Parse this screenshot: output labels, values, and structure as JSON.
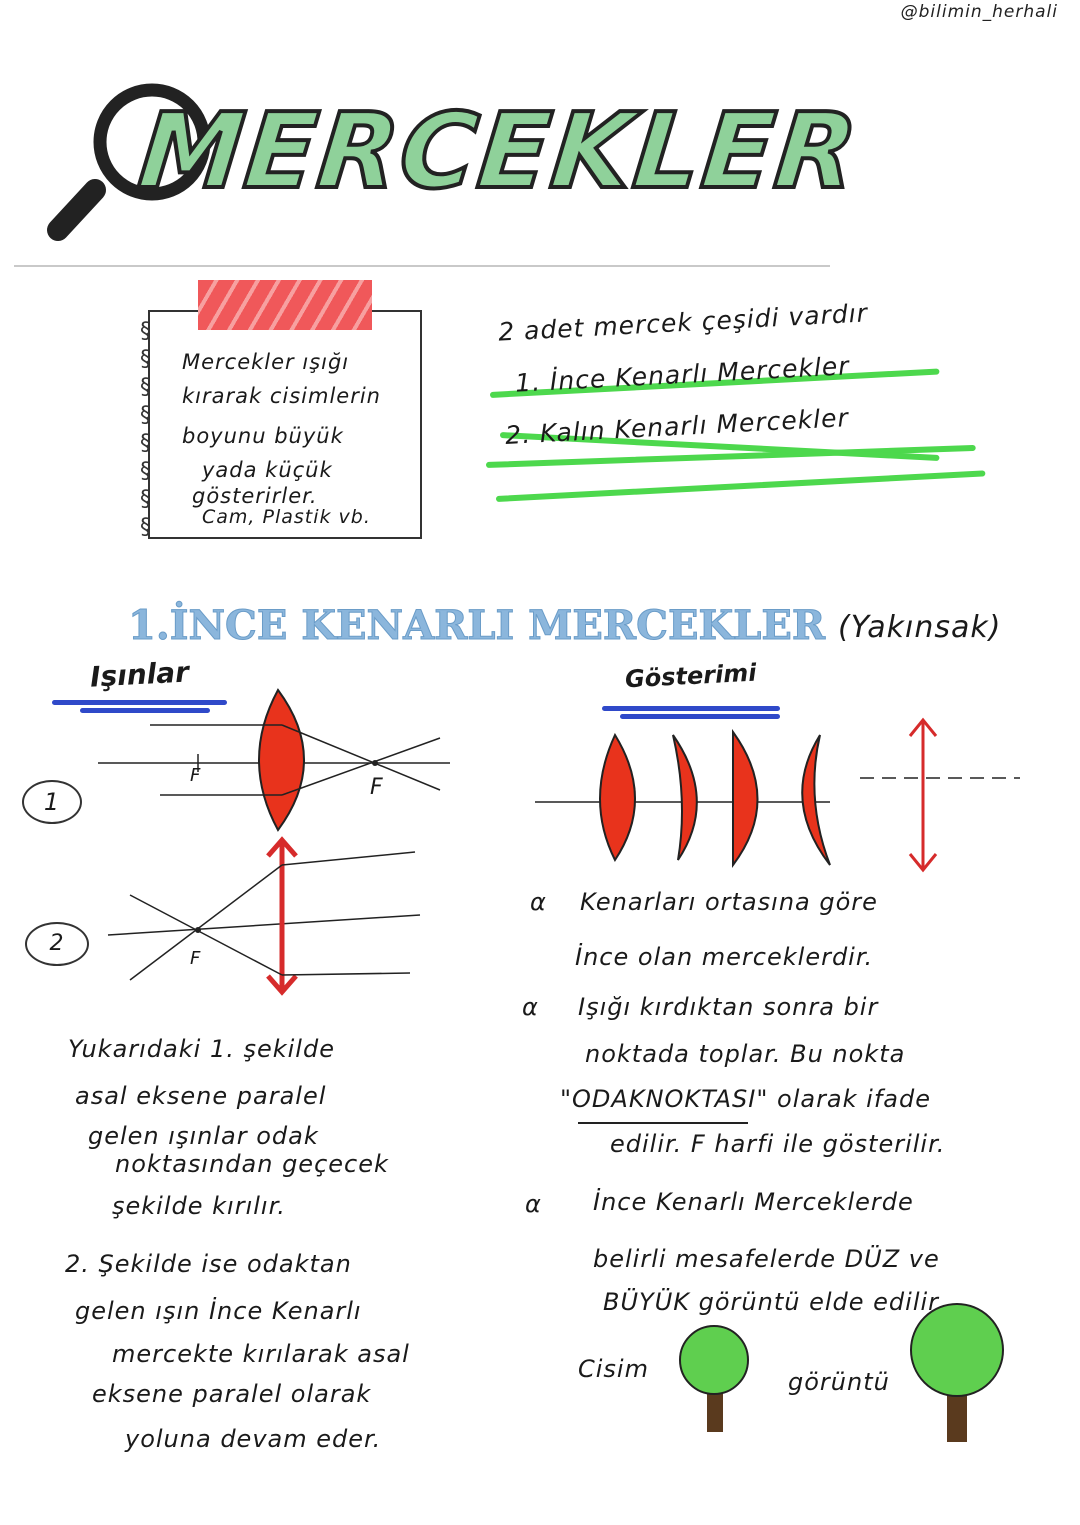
{
  "watermark": "@bilimin_herhali",
  "title": "MERCEKLER",
  "icons": {
    "title": "magnifier-icon",
    "tree": "tree-icon",
    "bullet": "alpha-bullet"
  },
  "colors": {
    "title_fill": "#8fd19a",
    "highlight": "#4dd84d",
    "lens": "#e8331c",
    "underline": "#2f49c9",
    "section": "#8bb6dc",
    "tape": "#f0585a",
    "tree": "#5fcf4f"
  },
  "note": {
    "lines": [
      "Mercekler ışığı",
      "kırarak cisimlerin",
      "boyunu büyük",
      "yada küçük",
      "gösterirler.",
      "Cam, Plastik vb."
    ]
  },
  "types": {
    "intro": "2 adet mercek çeşidi vardır",
    "items": [
      "1. İnce Kenarlı Mercekler",
      "2. Kalın Kenarlı Mercekler"
    ]
  },
  "section": {
    "title": "1.İNCE KENARLI MERCEKLER",
    "subtitle": "(Yakınsak)"
  },
  "rays": {
    "heading": "Işınlar",
    "fig1": "1",
    "fig2": "2",
    "focus": "F"
  },
  "display": {
    "heading": "Gösterimi"
  },
  "left_text": {
    "p1": [
      "Yukarıdaki 1. şekilde",
      "asal eksene paralel",
      "gelen ışınlar odak",
      "noktasından geçecek",
      "şekilde kırılır."
    ],
    "p2": [
      "2. Şekilde ise odaktan",
      "gelen ışın İnce Kenarlı",
      "mercekte kırılarak asal",
      "eksene paralel olarak",
      "yoluna devam eder."
    ]
  },
  "right_text": {
    "b1": [
      "Kenarları ortasına göre",
      "İnce olan merceklerdir."
    ],
    "b2": [
      "Işığı kırdıktan sonra bir",
      "noktada toplar. Bu nokta",
      "\"ODAKNOKTASI\" olarak ifade",
      "edilir. F harfi ile gösterilir."
    ],
    "b3": [
      "İnce Kenarlı Merceklerde",
      "belirli mesafelerde DÜZ ve",
      "BÜYÜK görüntü elde edilir."
    ],
    "object_label": "Cisim",
    "image_label": "görüntü"
  }
}
